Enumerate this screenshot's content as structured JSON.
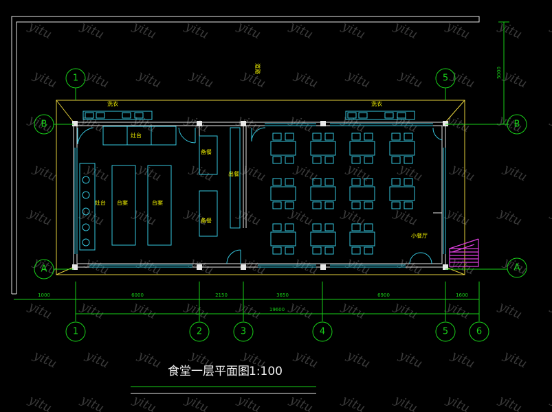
{
  "drawing": {
    "title": "食堂一层平面图",
    "scale": "1:100",
    "watermark": "yitu"
  },
  "axes": {
    "top": [
      "1",
      "5"
    ],
    "bottom": [
      "1",
      "2",
      "3",
      "4",
      "5",
      "6"
    ],
    "left": [
      "B",
      "A"
    ],
    "right": [
      "B",
      "A"
    ]
  },
  "dimensions": {
    "segments": [
      "1000",
      "6000",
      "2150",
      "3650",
      "6900",
      "1600"
    ],
    "total": "19600",
    "vertical": "5000"
  },
  "rooms": {
    "wash_left": "洗衣",
    "wash_right": "洗衣",
    "stove_top": "灶台",
    "stove_left": "灶台",
    "counter_1": "台案",
    "counter_2": "台案",
    "store_1": "备餐",
    "store_2": "备餐",
    "serving": "出餐",
    "private_room": "小餐厅",
    "site_note": "道路"
  },
  "colors": {
    "background": "#000000",
    "axis": "#19d119",
    "wall": "#e8e8e8",
    "furniture": "#36c7df",
    "outline": "#e6d23c",
    "text": "#f0f000",
    "stairs": "#e040e0"
  }
}
